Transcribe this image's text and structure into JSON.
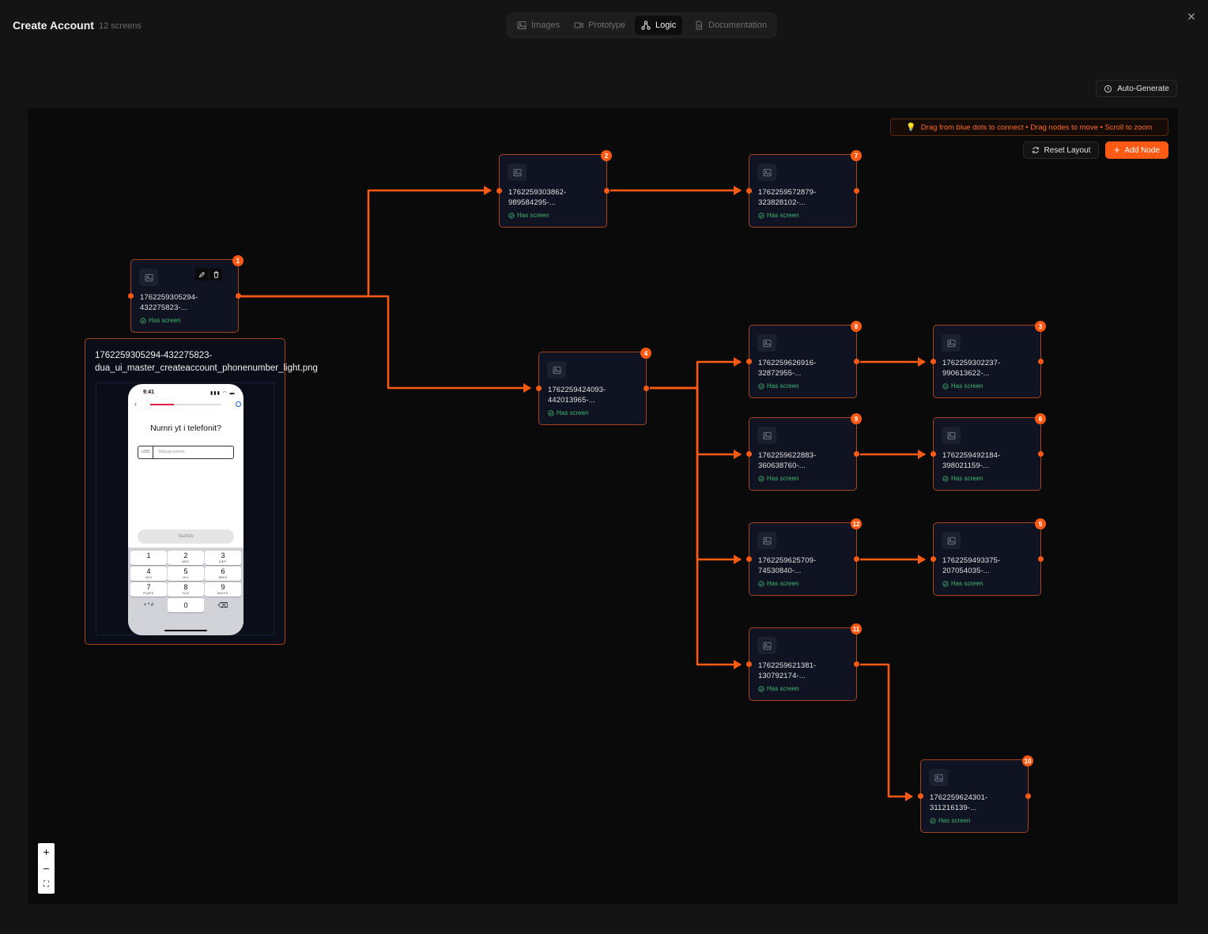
{
  "header": {
    "title": "Create Account",
    "screen_count": "12 screens",
    "tabs": [
      {
        "label": "Images",
        "icon": "image-icon",
        "active": false
      },
      {
        "label": "Prototype",
        "icon": "video-icon",
        "active": false
      },
      {
        "label": "Logic",
        "icon": "network-icon",
        "active": true
      },
      {
        "label": "Documentation",
        "icon": "document-icon",
        "active": false
      }
    ],
    "close_icon": "close-icon"
  },
  "toolbar": {
    "auto_generate": "Auto-Generate",
    "reset_layout": "Reset Layout",
    "add_node": "Add Node"
  },
  "canvas": {
    "hint": "Drag from blue dots to connect • Drag nodes to move • Scroll to zoom",
    "nodes": [
      {
        "badge": "1",
        "line1": "1762259305294-",
        "line2": "432275823-...",
        "status": "Has screen"
      },
      {
        "badge": "2",
        "line1": "1762259303862-",
        "line2": "989584295-...",
        "status": "Has screen"
      },
      {
        "badge": "7",
        "line1": "1762259572879-",
        "line2": "323828102-...",
        "status": "Has screen"
      },
      {
        "badge": "4",
        "line1": "1762259424093-",
        "line2": "442013965-...",
        "status": "Has screen"
      },
      {
        "badge": "8",
        "line1": "1762259626916-",
        "line2": "32872955-...",
        "status": "Has screen"
      },
      {
        "badge": "3",
        "line1": "1762259302237-",
        "line2": "990613622-...",
        "status": "Has screen"
      },
      {
        "badge": "9",
        "line1": "1762259622883-",
        "line2": "360638760-...",
        "status": "Has screen"
      },
      {
        "badge": "6",
        "line1": "1762259492184-",
        "line2": "398021159-...",
        "status": "Has screen"
      },
      {
        "badge": "12",
        "line1": "1762259625709-",
        "line2": "74530840-...",
        "status": "Has screen"
      },
      {
        "badge": "5",
        "line1": "1762259493375-",
        "line2": "207054035-...",
        "status": "Has screen"
      },
      {
        "badge": "11",
        "line1": "1762259621381-",
        "line2": "130792174-...",
        "status": "Has screen"
      },
      {
        "badge": "10",
        "line1": "1762259624301-",
        "line2": "311216139-...",
        "status": "Has screen"
      }
    ],
    "preview": {
      "title_line1": "1762259305294-432275823-",
      "title_line2": "dua_ui_master_createaccount_phonenumber_light.png",
      "phone": {
        "time": "9:41",
        "question": "Numri yt i telefonit?",
        "prefix": "+383",
        "placeholder": "Shkruaj numrin",
        "continue": "Vazhdo",
        "keys": [
          {
            "digit": "1",
            "letters": ""
          },
          {
            "digit": "2",
            "letters": "ABC"
          },
          {
            "digit": "3",
            "letters": "DEF"
          },
          {
            "digit": "4",
            "letters": "GHI"
          },
          {
            "digit": "5",
            "letters": "JKL"
          },
          {
            "digit": "6",
            "letters": "MNO"
          },
          {
            "digit": "7",
            "letters": "PQRS"
          },
          {
            "digit": "8",
            "letters": "TUV"
          },
          {
            "digit": "9",
            "letters": "WXYZ"
          },
          {
            "digit": "+ * #",
            "letters": ""
          },
          {
            "digit": "0",
            "letters": ""
          },
          {
            "digit": "⌫",
            "letters": ""
          }
        ]
      }
    },
    "zoom": {
      "in": "+",
      "out": "−",
      "fit": "⛶"
    }
  },
  "colors": {
    "accent": "#ff5a14",
    "success": "#3fb872",
    "node_bg": "#101321",
    "canvas_bg": "#0a0a0a"
  }
}
